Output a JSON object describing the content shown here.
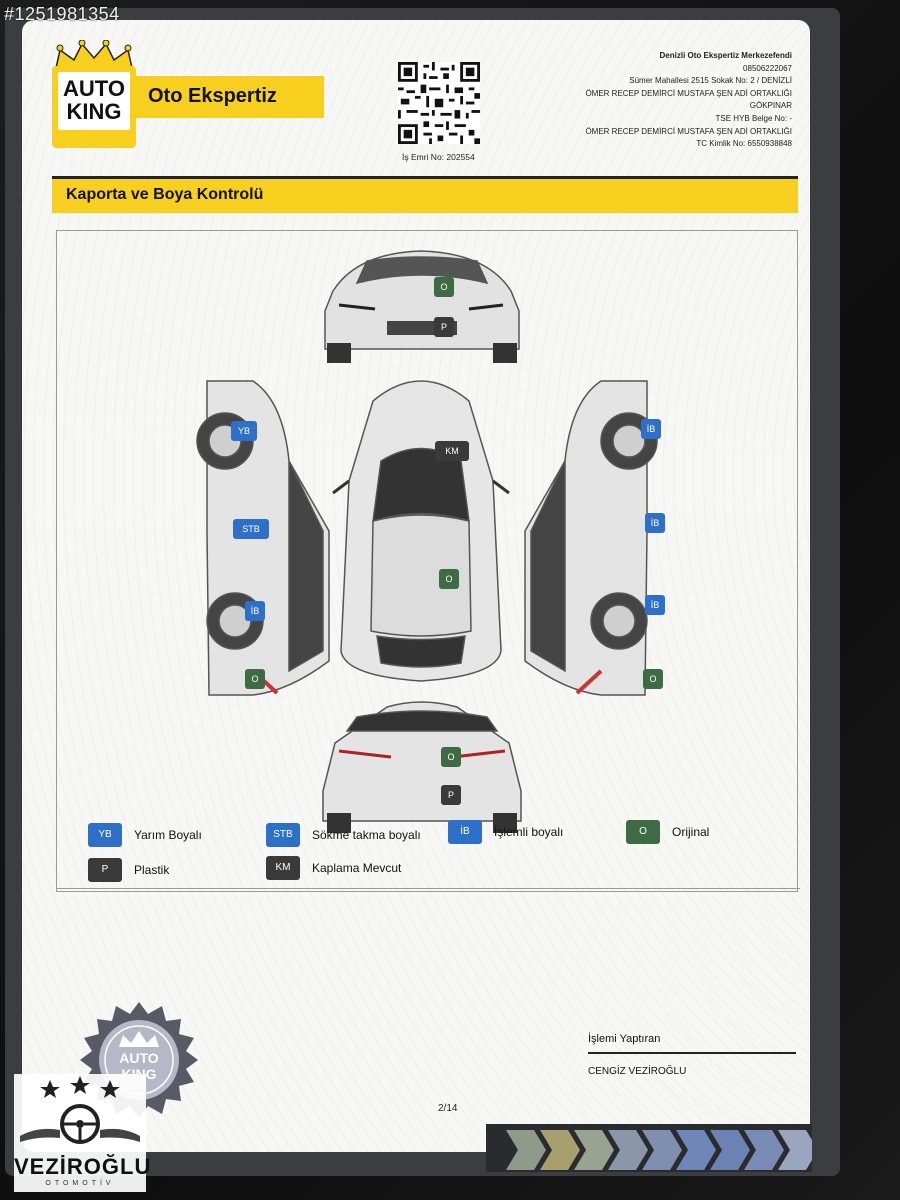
{
  "watermark_id": "#1251981354",
  "header": {
    "logo_line1": "AUTO",
    "logo_line2": "KING",
    "brand_title": "Oto Ekspertiz",
    "work_order": "İş Emri No: 202554",
    "company_lines": [
      "Denizli Oto Ekspertiz Merkezefendi",
      "08506222067",
      "Sümer Mahallesi 2515 Sokak No: 2 / DENİZLİ",
      "ÖMER RECEP DEMİRCİ MUSTAFA ŞEN ADİ ORTAKLIĞI",
      "GÖKPINAR",
      "TSE HYB Belge No: -",
      "ÖMER RECEP DEMİRCİ MUSTAFA ŞEN ADİ ORTAKLIĞI",
      "TC Kimlik No: 6550938848"
    ]
  },
  "section": {
    "title": "Kaporta ve Boya Kontrolü"
  },
  "diagram": {
    "front_view": {
      "hood": "O",
      "bumper": "P"
    },
    "top_view": {
      "roof_front": "KM",
      "roof": "O"
    },
    "left_side": {
      "front_fender": "YB",
      "front_door": "STB",
      "rear_door": "İB",
      "rear_fender": "O"
    },
    "right_side": {
      "front_fender": "İB",
      "front_door": "İB",
      "rear_door": "İB",
      "rear_fender": "O"
    },
    "rear_view": {
      "trunk": "O",
      "bumper": "P"
    }
  },
  "legend": [
    {
      "code": "YB",
      "label": "Yarım Boyalı",
      "color": "#2e6fc7"
    },
    {
      "code": "STB",
      "label": "Sökme takma boyalı",
      "color": "#2e6fc7"
    },
    {
      "code": "İB",
      "label": "İşlemli boyalı",
      "color": "#2e6fc7"
    },
    {
      "code": "O",
      "label": "Orijinal",
      "color": "#3e6b44"
    },
    {
      "code": "P",
      "label": "Plastik",
      "color": "#3a3a3a"
    },
    {
      "code": "KM",
      "label": "Kaplama Mevcut",
      "color": "#3a3a3a"
    }
  ],
  "signature": {
    "label": "İşlemi Yaptıran",
    "name": "CENGİZ VEZİROĞLU"
  },
  "page_number": "2/14",
  "seal": {
    "line1": "AUTO",
    "line2": "KING"
  },
  "dealer_watermark": {
    "name": "VEZİROĞLU",
    "sub": "OTOMOTİV"
  }
}
